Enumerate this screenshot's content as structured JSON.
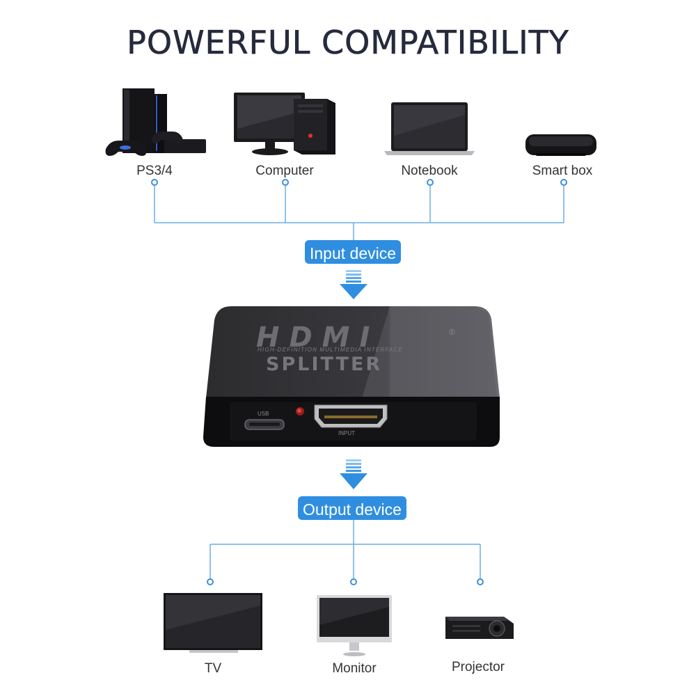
{
  "title": "POWERFUL COMPATIBILITY",
  "inputs": [
    {
      "label": "PS3/4",
      "icon": "game-console-icon"
    },
    {
      "label": "Computer",
      "icon": "desktop-computer-icon"
    },
    {
      "label": "Notebook",
      "icon": "laptop-icon"
    },
    {
      "label": "Smart box",
      "icon": "tv-box-icon"
    }
  ],
  "input_pill": "Input device",
  "output_pill": "Output device",
  "splitter": {
    "logo": "HDMI",
    "registered": "®",
    "subtitle": "HIGH-DEFINITION MULTIMEDIA INTERFACE",
    "name": "SPLITTER",
    "usb_label": "USB",
    "input_label": "INPUT"
  },
  "outputs": [
    {
      "label": "TV",
      "icon": "tv-icon"
    },
    {
      "label": "Monitor",
      "icon": "monitor-icon"
    },
    {
      "label": "Projector",
      "icon": "projector-icon"
    }
  ],
  "colors": {
    "accent": "#2f8ee0",
    "line": "#6aaee6",
    "title": "#262a3c"
  }
}
